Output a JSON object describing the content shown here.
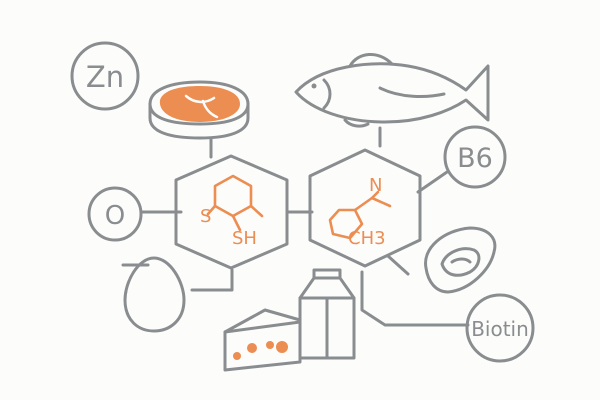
{
  "nutrients": {
    "zinc": "Zn",
    "oxygen": "O",
    "vitamin_b6": "B6",
    "biotin": "Biotin"
  },
  "molecule_left": {
    "sulfur": "S",
    "thiol": "SH"
  },
  "molecule_right": {
    "nitrogen": "N",
    "methyl": "CH3"
  },
  "colors": {
    "line": "#8a8d8f",
    "accent": "#ec8d52",
    "background": "#fcfcfb"
  },
  "icons": [
    "steak-icon",
    "fish-icon",
    "egg-icon",
    "milk-carton-icon",
    "cheese-icon",
    "oyster-icon"
  ]
}
